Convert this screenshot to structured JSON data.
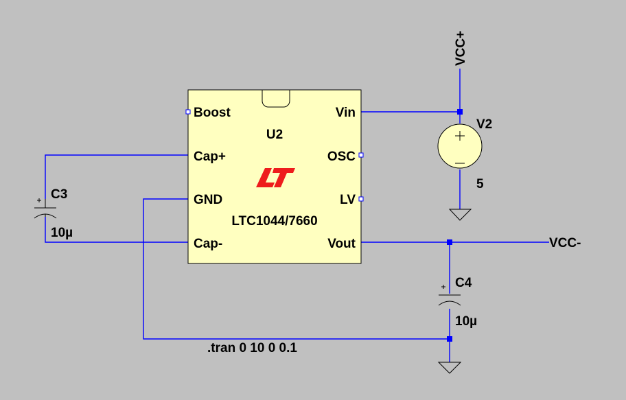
{
  "chip": {
    "ref": "U2",
    "model": "LTC1044/7660",
    "logo_color": "#ee1c1c",
    "pins": {
      "boost": "Boost",
      "cap_plus": "Cap+",
      "gnd": "GND",
      "cap_minus": "Cap-",
      "vin": "Vin",
      "osc": "OSC",
      "lv": "LV",
      "vout": "Vout"
    }
  },
  "source": {
    "ref": "V2",
    "value": "5"
  },
  "cap_c3": {
    "ref": "C3",
    "value": "10µ"
  },
  "cap_c4": {
    "ref": "C4",
    "value": "10µ"
  },
  "nets": {
    "vcc_plus": "VCC+",
    "vcc_minus": "VCC-"
  },
  "directive": ".tran 0 10 0 0.1",
  "colors": {
    "background": "#c0c0c0",
    "wire": "#0000ff",
    "component_fill": "#ffffc0"
  }
}
